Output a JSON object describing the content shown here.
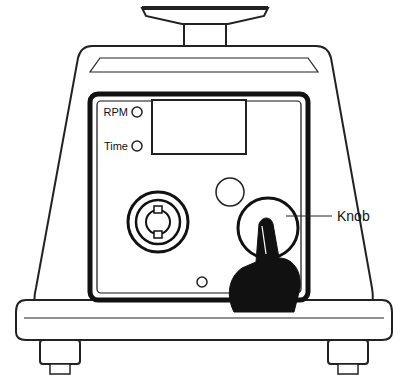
{
  "diagram": {
    "labels": [
      "RPM",
      "Time",
      "Knob"
    ]
  }
}
